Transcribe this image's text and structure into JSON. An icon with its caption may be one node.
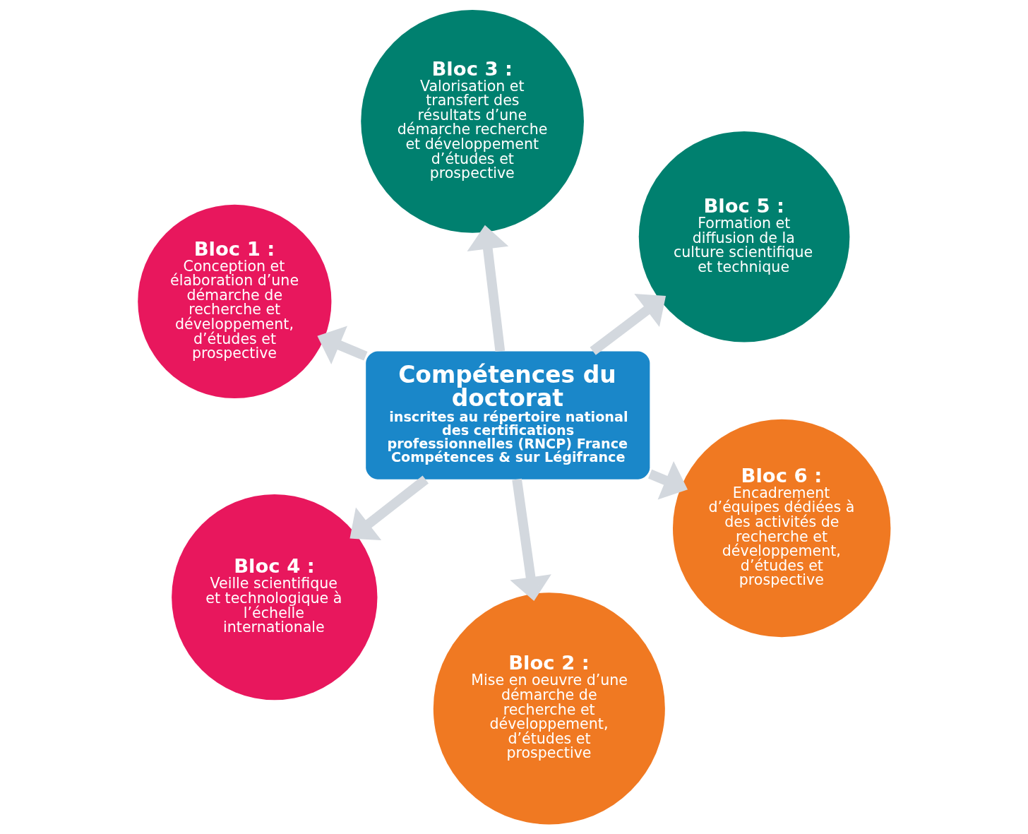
{
  "diagram": {
    "nodes": [
      {
        "text": [
          "Bloc 1 :",
          "Conception et élaboration d’une démarche de recherche et développement, d’études et prospective"
        ]
      },
      {
        "text": [
          "Bloc 6 :",
          "Encadrement d’équipes dédiées à des activités de recherche et développement, d’études et prospective"
        ]
      },
      {
        "text": [
          "Bloc 2 :",
          "Mise en oeuvre d’une démarche de recherche et développement, d’études et prospective"
        ]
      },
      {
        "text": [
          "Compétences du doctorat",
          "inscrites au répertoire national des certifications professionnelles (RNCP) France Compétences & sur Légifrance"
        ]
      },
      {
        "text": [
          "Bloc 5 :",
          "Formation et diffusion de la culture scientifique et technique"
        ]
      },
      {
        "text": [
          "Bloc 3 :",
          "Valorisation et transfert des résultats d’une démarche recherche et développement d’études et prospective"
        ]
      },
      {
        "text": [
          "Bloc 4 :",
          "Veille scientifique et technologique à l’échelle internationale"
        ]
      }
    ],
    "edges": [
      {
        "from": 3,
        "to": 0,
        "arrow": "to"
      },
      {
        "from": 3,
        "to": 2,
        "arrow": "to"
      },
      {
        "from": 3,
        "to": 5,
        "arrow": "to"
      },
      {
        "from": 3,
        "to": 6,
        "arrow": "to"
      },
      {
        "from": 3,
        "to": 4,
        "arrow": "to"
      },
      {
        "from": 3,
        "to": 1,
        "arrow": "to"
      }
    ]
  }
}
